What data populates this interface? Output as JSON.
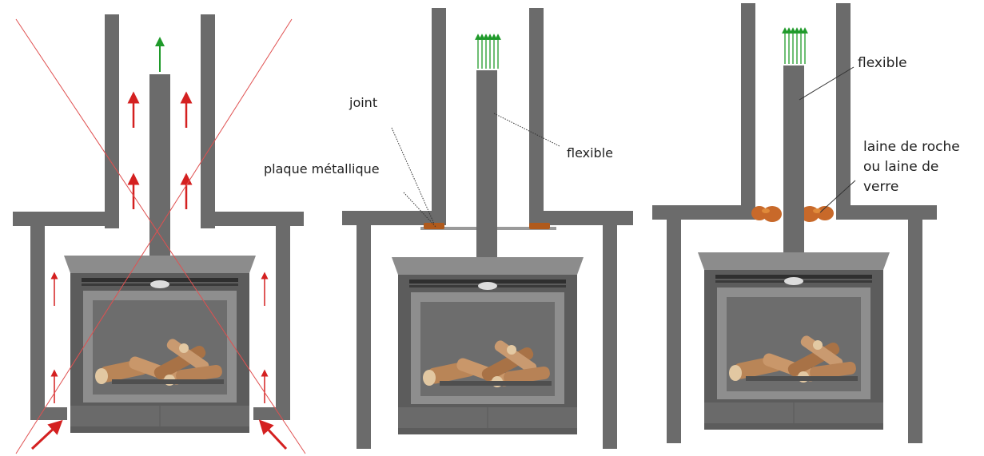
{
  "colors": {
    "wall": "#6b6b6b",
    "stove_body": "#5e5e5e",
    "stove_frame": "#8a8a8a",
    "stove_glass": "#6f6f6f",
    "flue": "#6b6b6b",
    "airflow_red": "#d42020",
    "exhaust_green": "#1f9a2a",
    "cross_red": "#e05050",
    "joint_orange": "#b05a1c",
    "wool_orange": "#c8692a",
    "log_light": "#c89466",
    "log_dark": "#8a5a36"
  },
  "icons": {
    "airflow": "red-arrow-icon",
    "exhaust": "green-arrow-icon",
    "invalid": "red-cross-icon"
  },
  "panels": [
    {
      "id": "panel-1",
      "labels": []
    },
    {
      "id": "panel-2",
      "labels": [
        {
          "key": "joint",
          "text": "joint"
        },
        {
          "key": "plaque",
          "text": "plaque métallique"
        },
        {
          "key": "flexible",
          "text": "flexible"
        }
      ]
    },
    {
      "id": "panel-3",
      "labels": [
        {
          "key": "flexible",
          "text": "flexible"
        },
        {
          "key": "laine1",
          "text": "laine de roche"
        },
        {
          "key": "laine2",
          "text": "ou laine de"
        },
        {
          "key": "laine3",
          "text": "verre"
        }
      ]
    }
  ]
}
